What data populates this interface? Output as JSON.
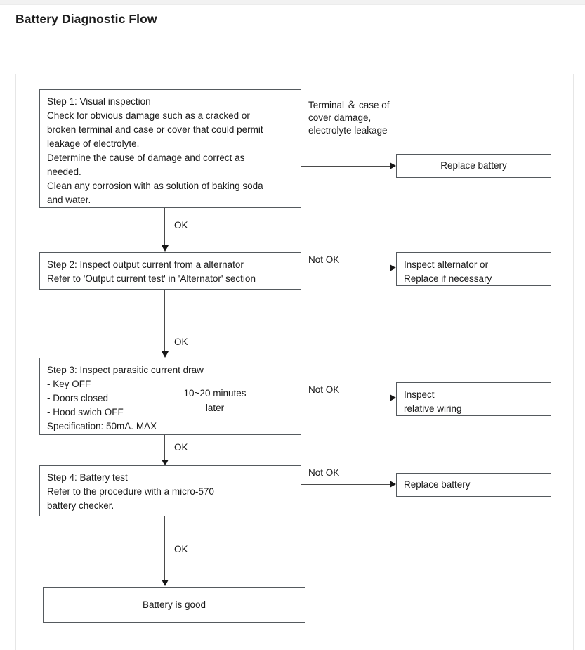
{
  "page": {
    "title": "Battery Diagnostic Flow"
  },
  "diagram": {
    "type": "flowchart",
    "steps": [
      {
        "id": "step1",
        "text": "Step 1: Visual inspection\nCheck for obvious damage such as a cracked or\nbroken terminal and case or cover that could permit\nleakage of electrolyte.\nDetermine the cause of damage and correct as\nneeded.\nClean any corrosion with as solution of baking soda\nand water."
      },
      {
        "id": "step2",
        "text": "Step 2: Inspect output current from a alternator\nRefer to 'Output current test' in 'Alternator' section"
      },
      {
        "id": "step3",
        "text": "Step 3: Inspect parasitic current draw\n - Key OFF\n - Doors closed\n - Hood swich OFF\n   Specification: 50mA. MAX",
        "inline_note": "10~20 minutes\nlater"
      },
      {
        "id": "step4",
        "text": "Step 4: Battery test\nRefer to the procedure with a micro-570\nbattery checker."
      }
    ],
    "outcomes": [
      {
        "id": "outcome1",
        "text": "Replace battery"
      },
      {
        "id": "outcome2",
        "text": "Inspect alternator or\nReplace if necessary"
      },
      {
        "id": "outcome3",
        "text": "Inspect\nrelative wiring"
      },
      {
        "id": "outcome4",
        "text": "Replace battery"
      }
    ],
    "terminal": {
      "id": "battery-good",
      "text": "Battery is good"
    },
    "branch_labels": [
      {
        "id": "branch1",
        "text": "Terminal ＆ case of\ncover damage,\nelectrolyte leakage"
      },
      {
        "id": "branch2",
        "text": "Not OK"
      },
      {
        "id": "branch3",
        "text": "Not OK"
      },
      {
        "id": "branch4",
        "text": "Not OK"
      }
    ],
    "flow_labels": [
      {
        "id": "ok1",
        "text": "OK"
      },
      {
        "id": "ok2",
        "text": "OK"
      },
      {
        "id": "ok3",
        "text": "OK"
      },
      {
        "id": "ok4",
        "text": "OK"
      }
    ]
  }
}
